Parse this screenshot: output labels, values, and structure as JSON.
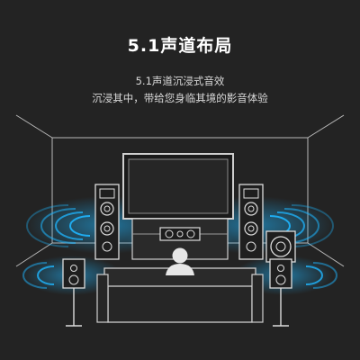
{
  "heading": {
    "title": "5.1声道布局",
    "subtitle": "5.1声道沉浸式音效",
    "description": "沉浸其中，带给您身临其境的影音体验"
  },
  "colors": {
    "background": "#232323",
    "line": "#b8b8b8",
    "sound_wave": "#1fb6ff",
    "speaker_face": "#2a2a2a"
  },
  "icons": [
    "front-left-speaker-icon",
    "front-right-speaker-icon",
    "center-speaker-icon",
    "subwoofer-icon",
    "rear-left-speaker-icon",
    "rear-right-speaker-icon",
    "tv-icon",
    "sofa-icon",
    "listener-icon"
  ]
}
